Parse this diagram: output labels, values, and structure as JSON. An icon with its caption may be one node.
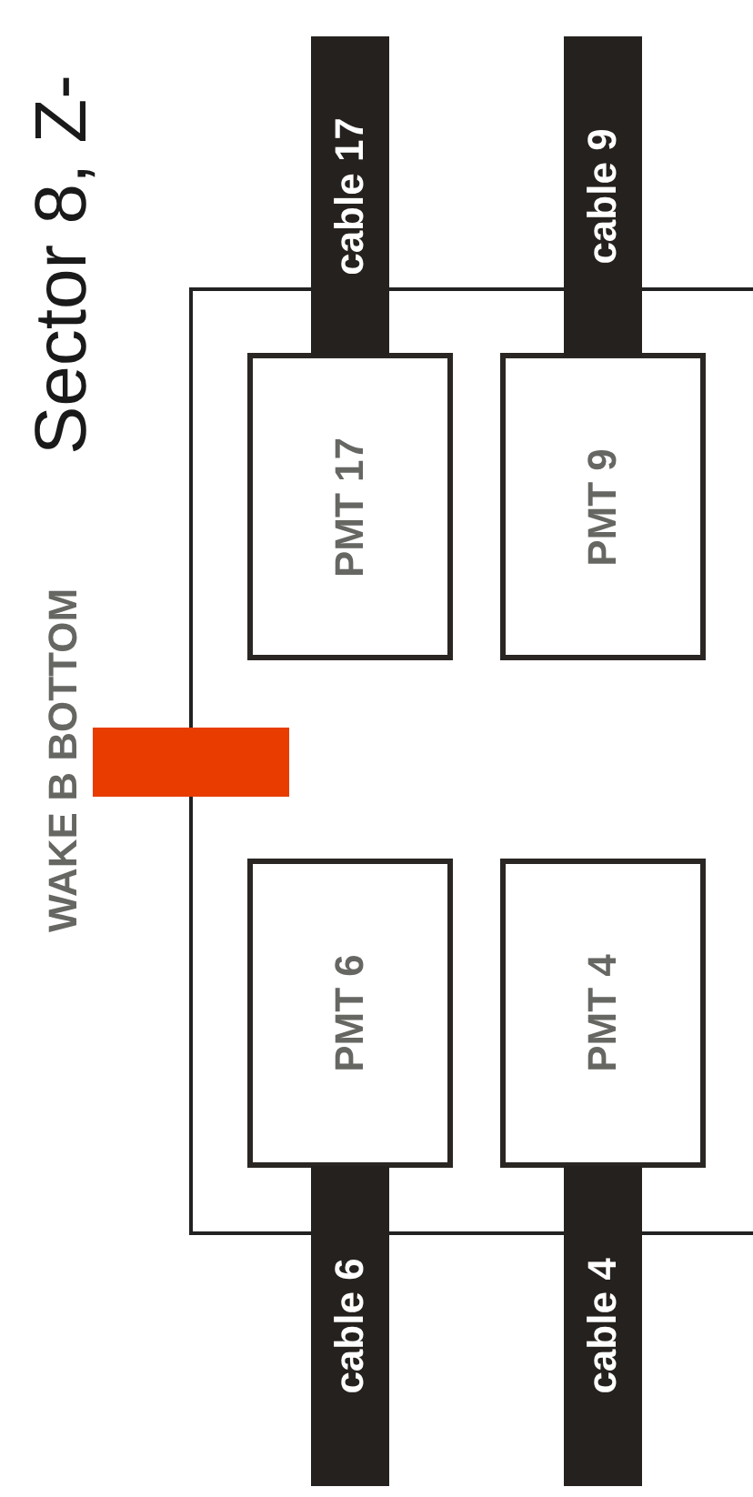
{
  "diagram": {
    "title": "Sector 8, Z-",
    "nodes": [
      {
        "text": [],
        "shape": "box"
      },
      {
        "text": [
          "cable 17"
        ]
      },
      {
        "text": [
          "cable 9"
        ]
      },
      {
        "text": [
          "PMT 17"
        ],
        "in": 0
      },
      {
        "text": [
          "PMT 9"
        ],
        "in": 0
      },
      {
        "text": [],
        "shape": "bar"
      },
      {
        "text": [
          "PMT 6"
        ],
        "in": 0
      },
      {
        "text": [
          "PMT 4"
        ],
        "in": 0
      },
      {
        "text": [
          "cable 6"
        ]
      },
      {
        "text": [
          "cable 4"
        ]
      }
    ],
    "labels": [
      "WAKE B BOTTOM"
    ]
  }
}
